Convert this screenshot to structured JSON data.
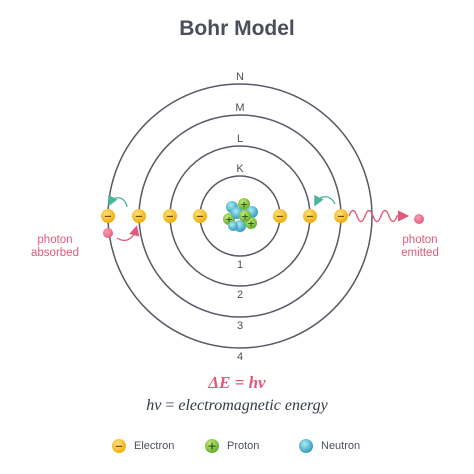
{
  "title": "Bohr Model",
  "shells": {
    "letters": [
      "K",
      "L",
      "M",
      "N"
    ],
    "numbers": [
      "1",
      "2",
      "3",
      "4"
    ]
  },
  "photons": {
    "absorbed": [
      "photon",
      "absorbed"
    ],
    "emitted": [
      "photon",
      "emitted"
    ]
  },
  "equations": {
    "energy": "ΔE = hv",
    "definition_symbol": "hv",
    "definition_eq": "=",
    "definition_text": "electromagnetic energy"
  },
  "legend": {
    "electron": "Electron",
    "proton": "Proton",
    "neutron": "Neutron"
  },
  "particle_symbols": {
    "electron": "−",
    "proton": "+"
  },
  "colors": {
    "electron": "#f5b800",
    "proton": "#7cc23a",
    "neutron": "#3aa9c9",
    "photon": "#e05a7c",
    "orbit": "#555a64",
    "arrow": "#4ab59c"
  }
}
